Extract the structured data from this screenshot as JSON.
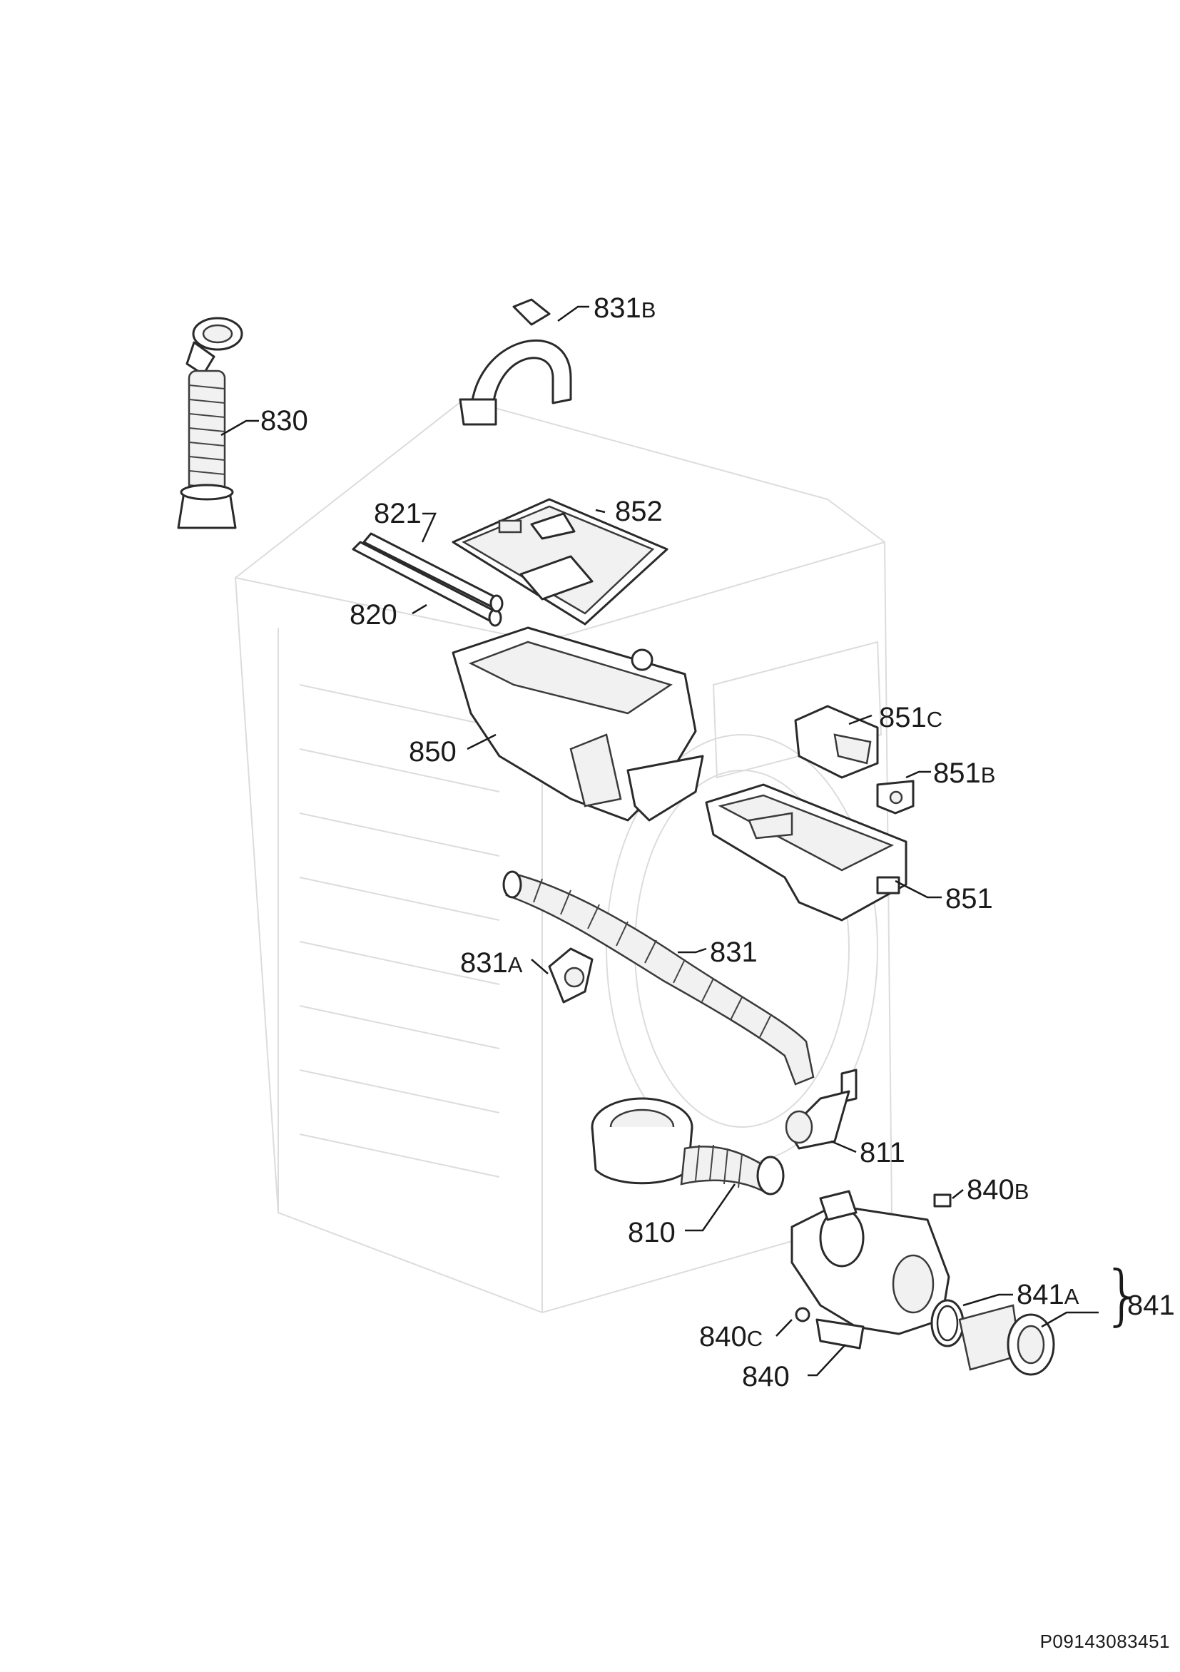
{
  "document_code": "P09143083451",
  "labels": [
    {
      "id": "831B",
      "num": "831",
      "suffix": "B"
    },
    {
      "id": "830",
      "num": "830",
      "suffix": ""
    },
    {
      "id": "821",
      "num": "821",
      "suffix": ""
    },
    {
      "id": "852",
      "num": "852",
      "suffix": ""
    },
    {
      "id": "820",
      "num": "820",
      "suffix": ""
    },
    {
      "id": "850",
      "num": "850",
      "suffix": ""
    },
    {
      "id": "851C",
      "num": "851",
      "suffix": "C"
    },
    {
      "id": "851B",
      "num": "851",
      "suffix": "B"
    },
    {
      "id": "851",
      "num": "851",
      "suffix": ""
    },
    {
      "id": "831A",
      "num": "831",
      "suffix": "A"
    },
    {
      "id": "831",
      "num": "831",
      "suffix": ""
    },
    {
      "id": "811",
      "num": "811",
      "suffix": ""
    },
    {
      "id": "810",
      "num": "810",
      "suffix": ""
    },
    {
      "id": "840B",
      "num": "840",
      "suffix": "B"
    },
    {
      "id": "841A",
      "num": "841",
      "suffix": "A"
    },
    {
      "id": "841",
      "num": "841",
      "suffix": ""
    },
    {
      "id": "840C",
      "num": "840",
      "suffix": "C"
    },
    {
      "id": "840",
      "num": "840",
      "suffix": ""
    }
  ],
  "group_brace": {
    "members": [
      "841A"
    ],
    "group_label": "841"
  }
}
